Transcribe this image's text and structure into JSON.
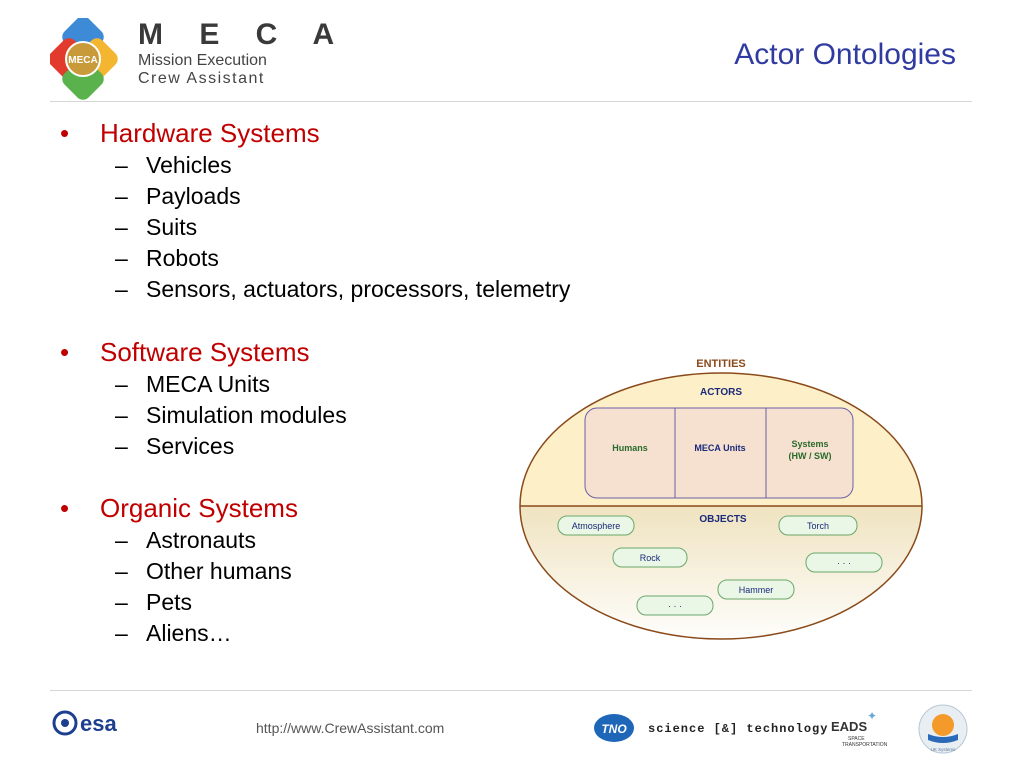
{
  "header": {
    "brand": "M E C A",
    "brand_line1": "Mission Execution",
    "brand_line2": "Crew Assistant",
    "logo_badge": "MECA",
    "title": "Actor Ontologies"
  },
  "sections": [
    {
      "label": "Hardware Systems",
      "items": [
        "Vehicles",
        "Payloads",
        "Suits",
        "Robots",
        "Sensors, actuators, processors, telemetry"
      ]
    },
    {
      "label": "Software Systems",
      "items": [
        "MECA Units",
        "Simulation modules",
        "Services"
      ]
    },
    {
      "label": "Organic Systems",
      "items": [
        "Astronauts",
        "Other humans",
        "Pets",
        "Aliens…"
      ]
    }
  ],
  "bullet_glyph": "•",
  "dash_glyph": "–",
  "diagram": {
    "entities_label": "ENTITIES",
    "actors_label": "ACTORS",
    "objects_label": "OBJECTS",
    "actor_boxes": [
      "Humans",
      "MECA Units",
      "Systems",
      "(HW / SW)"
    ],
    "objects": [
      "Atmosphere",
      "Torch",
      "Rock",
      "· · ·",
      "Hammer",
      "· · ·"
    ],
    "colors": {
      "actors_fill": "#fdf0c8",
      "objects_fill": "#e8e2d2",
      "outline": "#8a4a1a",
      "entities_text": "#8a4a1a",
      "label_text": "#1a2a7a",
      "pill_border": "#6aa86a",
      "pill_fill": "#eaf6e6"
    }
  },
  "footer": {
    "url": "http://www.CrewAssistant.com",
    "esa": "esa",
    "tno": "TNO",
    "science_tech": "science [&] technology",
    "eads": "EADS",
    "eads_sub1": "SPACE",
    "eads_sub2": "TRANSPORTATION",
    "uk_systems": "UK Systems"
  }
}
